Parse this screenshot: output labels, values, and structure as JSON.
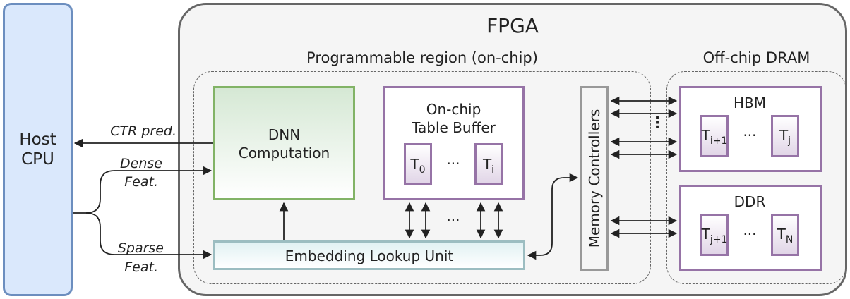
{
  "host": {
    "line1": "Host",
    "line2": "CPU"
  },
  "fpga": {
    "title": "FPGA"
  },
  "programmable_region": {
    "title": "Programmable region (on-chip)"
  },
  "offchip": {
    "title": "Off-chip DRAM"
  },
  "dnn": {
    "line1": "DNN",
    "line2": "Computation"
  },
  "table_buffer": {
    "line1": "On-chip",
    "line2": "Table Buffer",
    "t0": "T",
    "t0_sub": "0",
    "ti": "T",
    "ti_sub": "i",
    "dots": "..."
  },
  "embedding": {
    "label": "Embedding Lookup Unit"
  },
  "memory_controllers": {
    "label": "Memory Controllers"
  },
  "hbm": {
    "title": "HBM",
    "t_first": "T",
    "t_first_sub": "i+1",
    "t_last": "T",
    "t_last_sub": "j",
    "dots": "..."
  },
  "ddr": {
    "title": "DDR",
    "t_first": "T",
    "t_first_sub": "j+1",
    "t_last": "T",
    "t_last_sub": "N",
    "dots": "..."
  },
  "signals": {
    "ctr": "CTR pred.",
    "dense1": "Dense",
    "dense2": "Feat.",
    "sparse1": "Sparse",
    "sparse2": "Feat.",
    "bus_dots": "...",
    "vdots": "⋮"
  },
  "colors": {
    "host_fill": "#dae8fc",
    "host_border": "#6c8ebf",
    "fpga_fill": "#f5f5f5",
    "dnn_border": "#82b366",
    "table_border": "#9673a6",
    "emb_border": "#9cbdc1",
    "mc_border": "#999999"
  }
}
